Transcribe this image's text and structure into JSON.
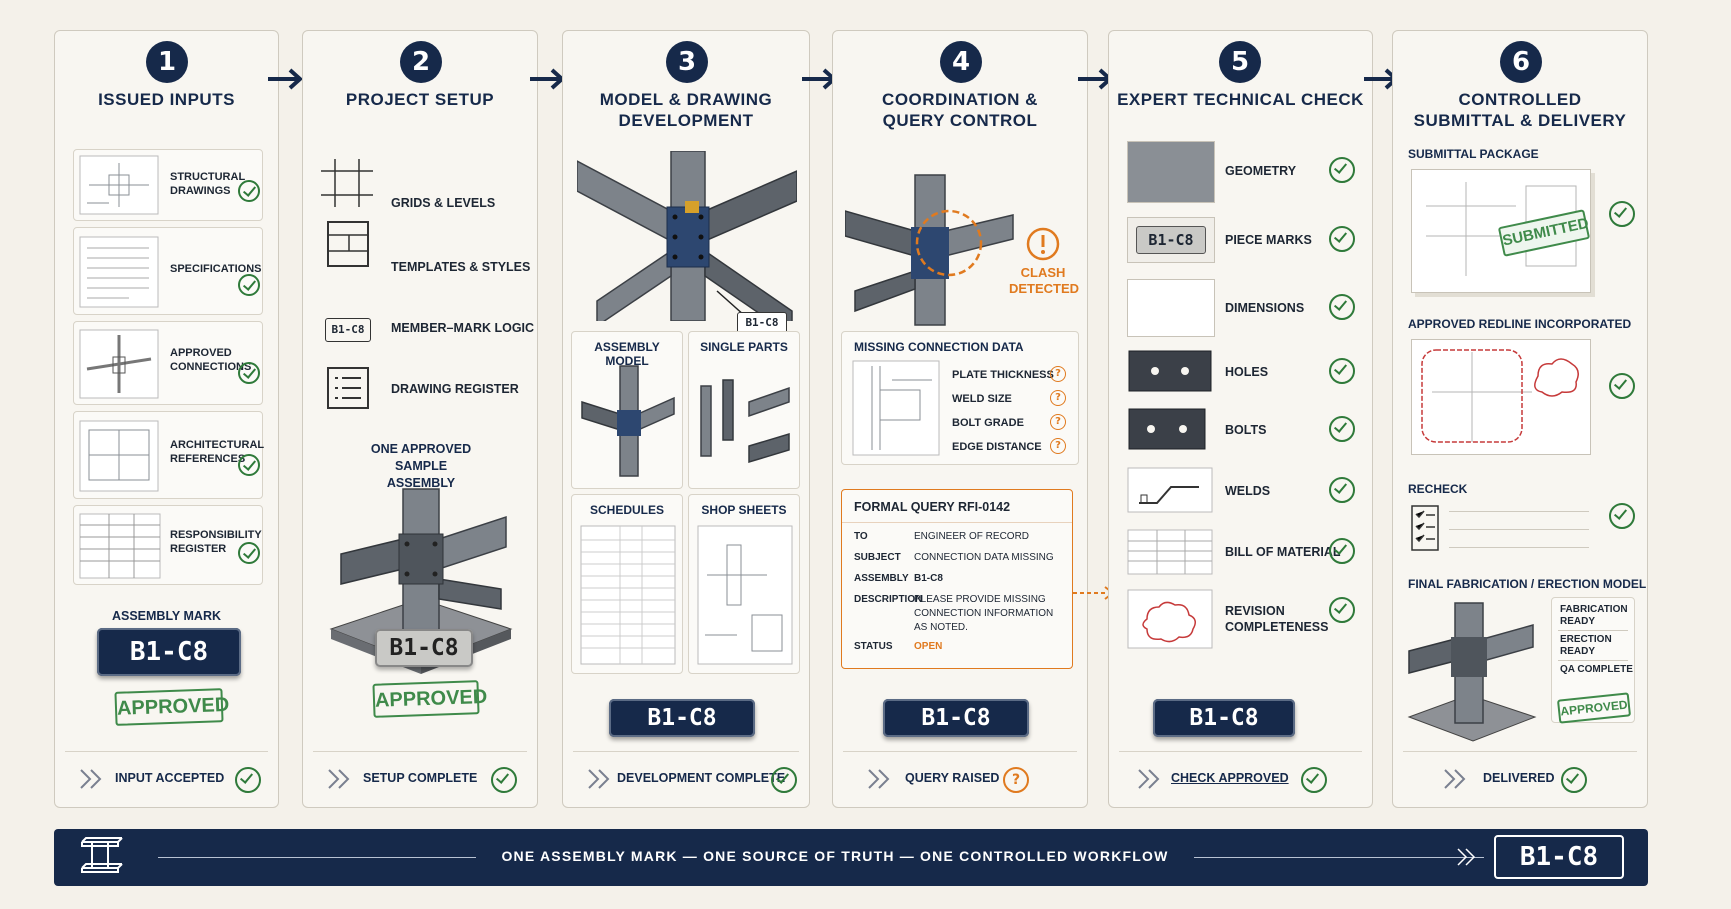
{
  "mark": "B1-C8",
  "columns": [
    {
      "num": "1",
      "title": "ISSUED INPUTS",
      "footer": "INPUT ACCEPTED"
    },
    {
      "num": "2",
      "title": "PROJECT SETUP",
      "footer": "SETUP COMPLETE"
    },
    {
      "num": "3",
      "title": "MODEL & DRAWING DEVELOPMENT",
      "footer": "DEVELOPMENT COMPLETE"
    },
    {
      "num": "4",
      "title": "COORDINATION & QUERY CONTROL",
      "footer": "QUERY RAISED"
    },
    {
      "num": "5",
      "title": "EXPERT TECHNICAL CHECK",
      "footer": "CHECK APPROVED"
    },
    {
      "num": "6",
      "title": "CONTROLLED SUBMITTAL & DELIVERY",
      "footer": "DELIVERED"
    }
  ],
  "inputs": [
    "STRUCTURAL DRAWINGS",
    "SPECIFICATIONS",
    "APPROVED CONNECTIONS",
    "ARCHITECTURAL REFERENCES",
    "RESPONSIBILITY REGISTER"
  ],
  "assembly_mark_label": "ASSEMBLY MARK",
  "approved": "APPROVED",
  "setup_items": [
    "GRIDS & LEVELS",
    "TEMPLATES & STYLES",
    "MEMBER–MARK LOGIC",
    "DRAWING REGISTER"
  ],
  "mark_icon_text": "B1-C8",
  "sample_assembly": "ONE APPROVED SAMPLE ASSEMBLY",
  "dev_tiles": [
    "ASSEMBLY MODEL",
    "SINGLE PARTS",
    "SCHEDULES",
    "SHOP SHEETS"
  ],
  "clash": "CLASH DETECTED",
  "missing_title": "MISSING CONNECTION DATA",
  "missing_items": [
    "PLATE THICKNESS",
    "WELD SIZE",
    "BOLT GRADE",
    "EDGE DISTANCE"
  ],
  "query": {
    "title": "FORMAL QUERY RFI-0142",
    "rows": [
      {
        "k": "TO",
        "v": "ENGINEER OF RECORD"
      },
      {
        "k": "SUBJECT",
        "v": "CONNECTION DATA MISSING"
      },
      {
        "k": "ASSEMBLY",
        "v": "B1-C8"
      },
      {
        "k": "DESCRIPTION",
        "v": "PLEASE PROVIDE MISSING CONNECTION INFORMATION AS NOTED."
      },
      {
        "k": "STATUS",
        "v": "OPEN"
      }
    ]
  },
  "check_items": [
    "GEOMETRY",
    "PIECE MARKS",
    "DIMENSIONS",
    "HOLES",
    "BOLTS",
    "WELDS",
    "BILL OF MATERIAL",
    "REVISION COMPLETENESS"
  ],
  "submittal": {
    "package": "SUBMITTAL PACKAGE",
    "submitted": "SUBMITTED",
    "redline": "APPROVED REDLINE INCORPORATED",
    "recheck": "RECHECK",
    "final": "FINAL FABRICATION / ERECTION MODEL",
    "final_items": [
      "FABRICATION READY",
      "ERECTION READY",
      "QA COMPLETE"
    ]
  },
  "banner": "ONE ASSEMBLY MARK — ONE SOURCE OF TRUTH — ONE CONTROLLED WORKFLOW",
  "colors": {
    "navy": "#16294a",
    "green": "#2f7a3a",
    "orange": "#e07a1f",
    "paper": "#f4f1ea"
  }
}
